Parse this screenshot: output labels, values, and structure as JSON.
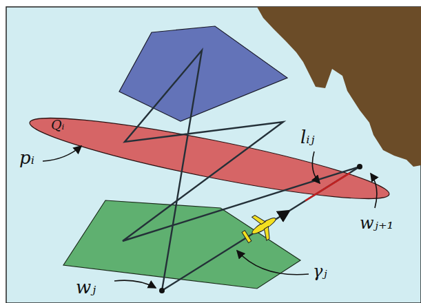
{
  "diagram": {
    "nodes": [
      {
        "text": [
          "Qᵢ"
        ]
      }
    ],
    "labels": [
      "pᵢ",
      "lᵢⱼ",
      "wⱼ₊₁",
      "wⱼ",
      "γⱼ"
    ]
  }
}
